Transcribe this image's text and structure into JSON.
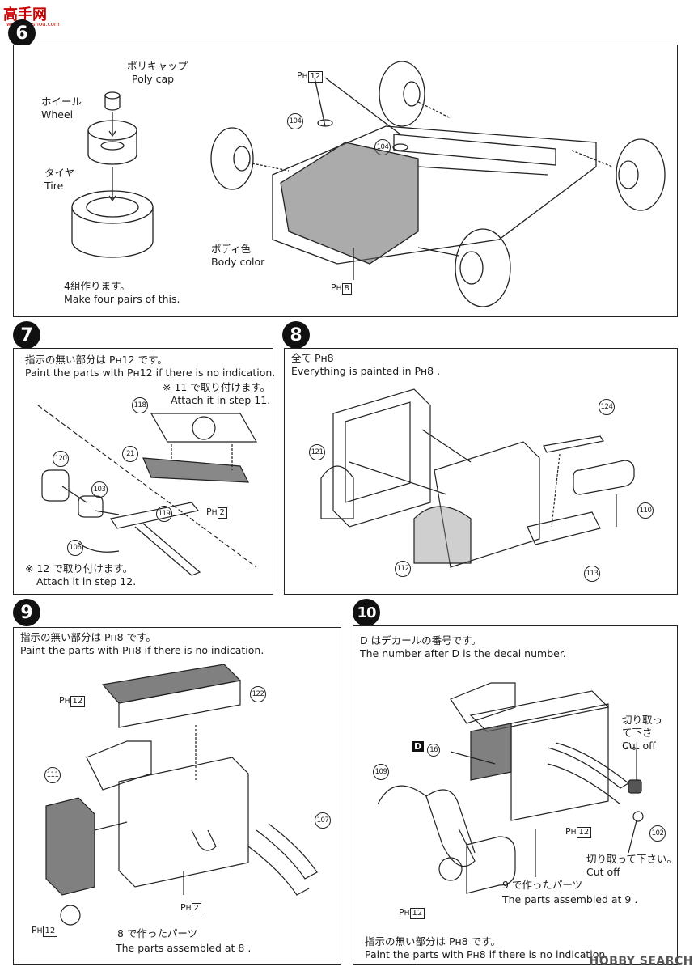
{
  "watermark": {
    "logo": "高手网",
    "logo_sub": "www.gaoshou.com",
    "source": "HOBBY SEARCH"
  },
  "step6": {
    "number": "6",
    "polycap_jp": "ポリキャップ",
    "polycap_en": "Poly cap",
    "wheel_jp": "ホイール",
    "wheel_en": "Wheel",
    "tire_jp": "タイヤ",
    "tire_en": "Tire",
    "pairs_jp": "4組作ります。",
    "pairs_en": "Make four pairs of this.",
    "body_jp": "ボディ色",
    "body_en": "Body color",
    "ph12": "12",
    "ph8": "8",
    "p104a": "104",
    "p104b": "104"
  },
  "step7": {
    "number": "7",
    "note_jp": "指示の無い部分は Pʜ12 です。",
    "note_en": "Paint the parts with Pʜ12 if there is no indication.",
    "attach11_jp": "※ 11 で取り付けます。",
    "attach11_en": "Attach it in step 11.",
    "attach12_jp": "※ 12 で取り付けます。",
    "attach12_en": "Attach it in step 12.",
    "parts": [
      "118",
      "21",
      "120",
      "103",
      "119",
      "106"
    ],
    "ph2": "2"
  },
  "step8": {
    "number": "8",
    "note_jp": "全て Pʜ8",
    "note_en": "Everything is painted in Pʜ8 .",
    "parts": [
      "121",
      "124",
      "110",
      "112",
      "113"
    ]
  },
  "step9": {
    "number": "9",
    "note_jp": "指示の無い部分は Pʜ8 です。",
    "note_en": "Paint the parts with Pʜ8 if there is no indication.",
    "parts": [
      "122",
      "111",
      "107"
    ],
    "ph12a": "12",
    "ph12b": "12",
    "ph2": "2",
    "assembled_jp": "8 で作ったパーツ",
    "assembled_en": "The parts assembled at 8 ."
  },
  "step10": {
    "number": "10",
    "decal_jp": "D はデカールの番号です。",
    "decal_en": "The number after D is the decal number.",
    "d16": "16",
    "cutoff1_jp": "切り取って下さい。",
    "cutoff1_en": "Cut off",
    "cutoff2_jp": "切り取って下さい。",
    "cutoff2_en": "Cut off",
    "parts": [
      "109",
      "102"
    ],
    "ph12a": "12",
    "ph12b": "12",
    "assembled_jp": "9 で作ったパーツ",
    "assembled_en": "The parts assembled at 9 .",
    "note_jp": "指示の無い部分は Pʜ8 です。",
    "note_en": "Paint the parts with Pʜ8 if there is no indication."
  }
}
